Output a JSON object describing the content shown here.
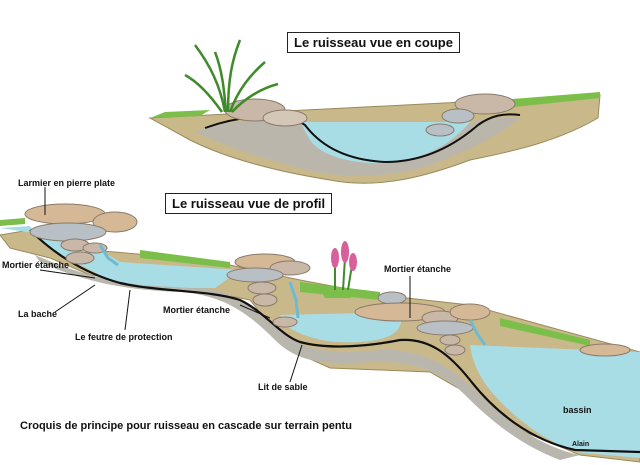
{
  "titles": {
    "cross_section": "Le  ruisseau vue en coupe",
    "profile": "Le ruisseau vue de profil",
    "caption": "Croquis de principe pour  ruisseau en cascade sur  terrain pentu"
  },
  "labels": {
    "larmier": "Larmier en pierre plate",
    "mortier_left": "Mortier étanche",
    "bache": "La bache",
    "mortier_mid": "Mortier étanche",
    "feutre": "Le feutre de protection",
    "mortier_right": "Mortier étanche",
    "lit_sable": "Lit de sable",
    "bassin": "bassin",
    "signature": "Alain"
  },
  "colors": {
    "water": "#a9dde6",
    "soil": "#c9b98a",
    "soil_dark": "#a89565",
    "grass": "#7bbf4a",
    "stone": "#c9b8a8",
    "liner": "#111111",
    "flower": "#d8609a"
  }
}
